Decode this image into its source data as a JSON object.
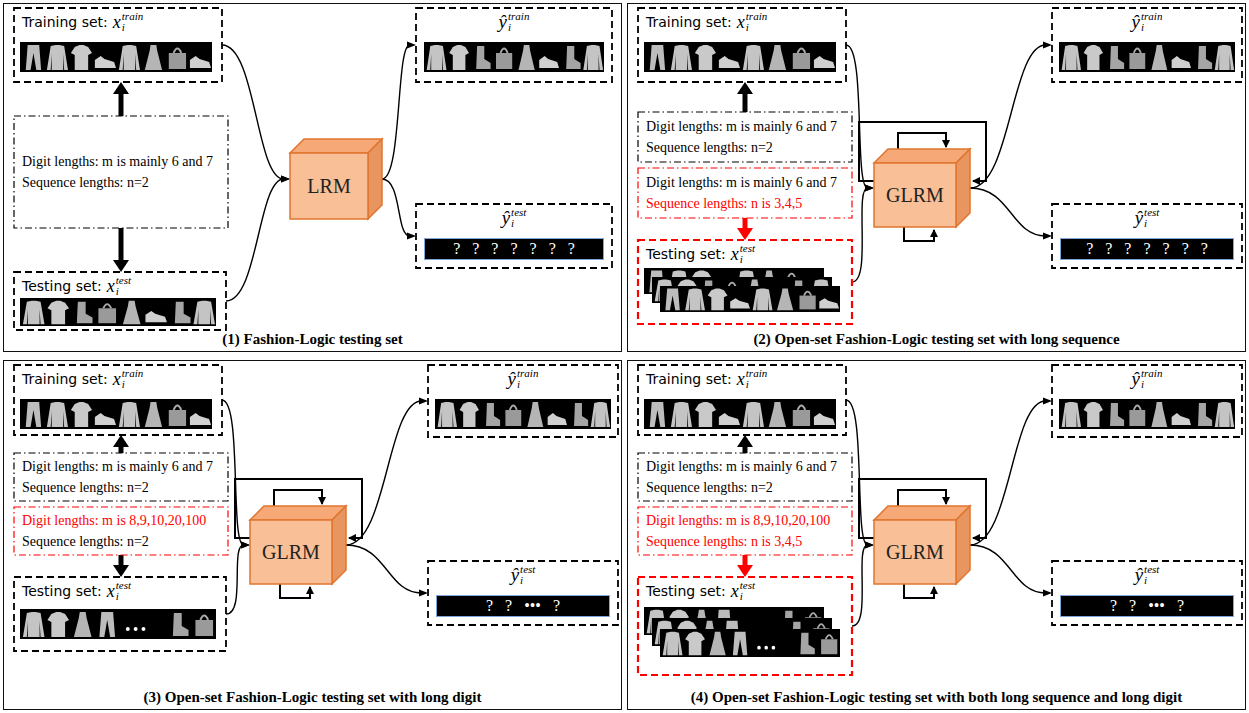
{
  "diagram": {
    "nodes": [
      {
        "text": [
          "(1) Fashion-Logic testing set"
        ]
      },
      {
        "text": [
          "Training set:",
          "x",
          "i",
          "train"
        ],
        "in": 0
      },
      {
        "text": [
          "Digit lengths: m is mainly 6 and 7",
          "Sequence lengths: n=2"
        ],
        "in": 0
      },
      {
        "text": [
          "Testing set:",
          "x",
          "i",
          "test"
        ],
        "in": 0
      },
      {
        "text": [
          "LRM"
        ],
        "in": 0
      },
      {
        "text": [
          "ŷ",
          "i",
          "train"
        ],
        "in": 0
      },
      {
        "text": [
          "ŷ",
          "i",
          "test"
        ],
        "in": 0
      },
      {
        "text": [
          "? ? ? ? ? ? ?"
        ],
        "in": 6
      },
      {
        "text": [
          "(2) Open-set Fashion-Logic testing set with long sequence"
        ]
      },
      {
        "text": [
          "Training set:",
          "x",
          "i",
          "train"
        ],
        "in": 8
      },
      {
        "text": [
          "Digit lengths: m is mainly 6 and 7",
          "Sequence lengths: n=2"
        ],
        "in": 8
      },
      {
        "text": [
          "Digit lengths: m is mainly 6 and 7",
          "Sequence lengths: n is 3,4,5"
        ],
        "in": 8
      },
      {
        "text": [
          "Testing set:",
          "x",
          "i",
          "test"
        ],
        "in": 8
      },
      {
        "text": [
          "GLRM"
        ],
        "in": 8
      },
      {
        "text": [
          "ŷ",
          "i",
          "train"
        ],
        "in": 8
      },
      {
        "text": [
          "ŷ",
          "i",
          "test"
        ],
        "in": 8
      },
      {
        "text": [
          "? ? ? ? ? ? ?"
        ],
        "in": 15
      },
      {
        "text": [
          "(3) Open-set Fashion-Logic testing set with long digit"
        ]
      },
      {
        "text": [
          "Training set:",
          "x",
          "i",
          "train"
        ],
        "in": 17
      },
      {
        "text": [
          "Digit lengths: m is mainly 6 and 7",
          "Sequence lengths: n=2"
        ],
        "in": 17
      },
      {
        "text": [
          "Digit lengths: m is 8,9,10,20,100",
          "Sequence lengths: n=2"
        ],
        "in": 17
      },
      {
        "text": [
          "Testing set:",
          "x",
          "i",
          "test"
        ],
        "in": 17
      },
      {
        "text": [
          "GLRM"
        ],
        "in": 17
      },
      {
        "text": [
          "ŷ",
          "i",
          "train"
        ],
        "in": 17
      },
      {
        "text": [
          "ŷ",
          "i",
          "test"
        ],
        "in": 17
      },
      {
        "text": [
          "? ? ••• ?"
        ],
        "in": 24
      },
      {
        "text": [
          "(4) Open-set Fashion-Logic testing set with both long sequence and long digit"
        ]
      },
      {
        "text": [
          "Training set:",
          "x",
          "i",
          "train"
        ],
        "in": 26
      },
      {
        "text": [
          "Digit lengths: m is mainly 6 and 7",
          "Sequence lengths: n=2"
        ],
        "in": 26
      },
      {
        "text": [
          "Digit lengths: m is 8,9,10,20,100",
          "Sequence lengths: n is 3,4,5"
        ],
        "in": 26
      },
      {
        "text": [
          "Testing set:",
          "x",
          "i",
          "test"
        ],
        "in": 26
      },
      {
        "text": [
          "GLRM"
        ],
        "in": 26
      },
      {
        "text": [
          "ŷ",
          "i",
          "train"
        ],
        "in": 26
      },
      {
        "text": [
          "ŷ",
          "i",
          "test"
        ],
        "in": 26
      },
      {
        "text": [
          "? ? ••• ?"
        ],
        "in": 33
      }
    ],
    "edges": [
      {
        "from": 2,
        "to": 1,
        "arrow": "to"
      },
      {
        "from": 2,
        "to": 3,
        "arrow": "to"
      },
      {
        "from": 1,
        "to": 4,
        "arrow": "to"
      },
      {
        "from": 3,
        "to": 4,
        "arrow": "to"
      },
      {
        "from": 4,
        "to": 5,
        "arrow": "to"
      },
      {
        "from": 4,
        "to": 6,
        "arrow": "to"
      },
      {
        "from": 10,
        "to": 9,
        "arrow": "to"
      },
      {
        "from": 11,
        "to": 12,
        "arrow": "to"
      },
      {
        "from": 9,
        "to": 13,
        "arrow": "to"
      },
      {
        "from": 12,
        "to": 13,
        "arrow": "to"
      },
      {
        "from": 13,
        "to": 14,
        "arrow": "to"
      },
      {
        "from": 13,
        "to": 15,
        "arrow": "to"
      },
      {
        "from": 19,
        "to": 18,
        "arrow": "to"
      },
      {
        "from": 20,
        "to": 21,
        "arrow": "to"
      },
      {
        "from": 18,
        "to": 22,
        "arrow": "to"
      },
      {
        "from": 21,
        "to": 22,
        "arrow": "to"
      },
      {
        "from": 22,
        "to": 23,
        "arrow": "to"
      },
      {
        "from": 22,
        "to": 24,
        "arrow": "to"
      },
      {
        "from": 28,
        "to": 27,
        "arrow": "to"
      },
      {
        "from": 29,
        "to": 30,
        "arrow": "to"
      },
      {
        "from": 27,
        "to": 31,
        "arrow": "to"
      },
      {
        "from": 30,
        "to": 31,
        "arrow": "to"
      },
      {
        "from": 31,
        "to": 32,
        "arrow": "to"
      },
      {
        "from": 31,
        "to": 33,
        "arrow": "to"
      }
    ]
  }
}
